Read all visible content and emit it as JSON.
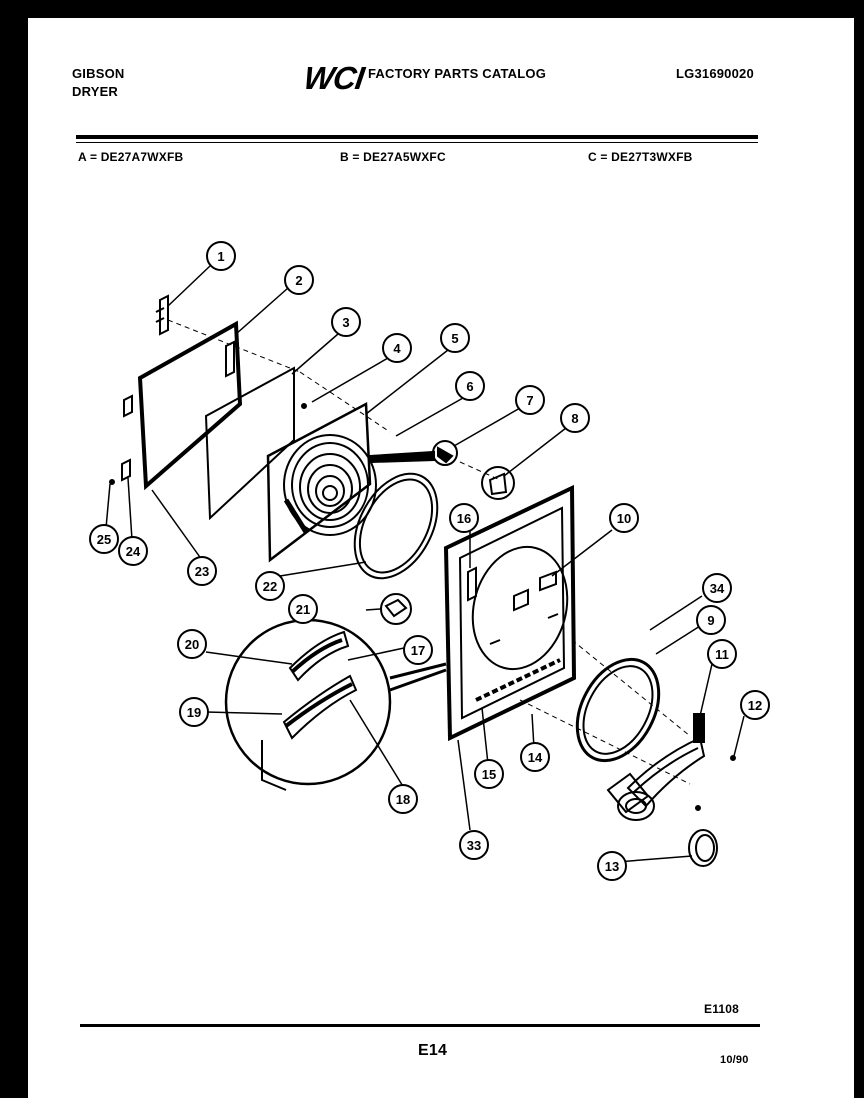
{
  "header": {
    "brand_line1": "GIBSON",
    "brand_line2": "DRYER",
    "logo_text": "WCI",
    "catalog_title": "FACTORY PARTS CATALOG",
    "catalog_number": "LG31690020"
  },
  "models": [
    {
      "label": "A = DE27A7WXFB"
    },
    {
      "label": "B = DE27A5WXFC"
    },
    {
      "label": "C = DE27T3WXFB"
    }
  ],
  "callouts": [
    "1",
    "2",
    "3",
    "4",
    "5",
    "6",
    "7",
    "8",
    "9",
    "10",
    "11",
    "12",
    "13",
    "14",
    "15",
    "16",
    "16",
    "17",
    "18",
    "19",
    "20",
    "21",
    "22",
    "23",
    "24",
    "25",
    "33",
    "34"
  ],
  "footer": {
    "figure_code": "E1108",
    "page_number": "E14",
    "date": "10/90"
  }
}
